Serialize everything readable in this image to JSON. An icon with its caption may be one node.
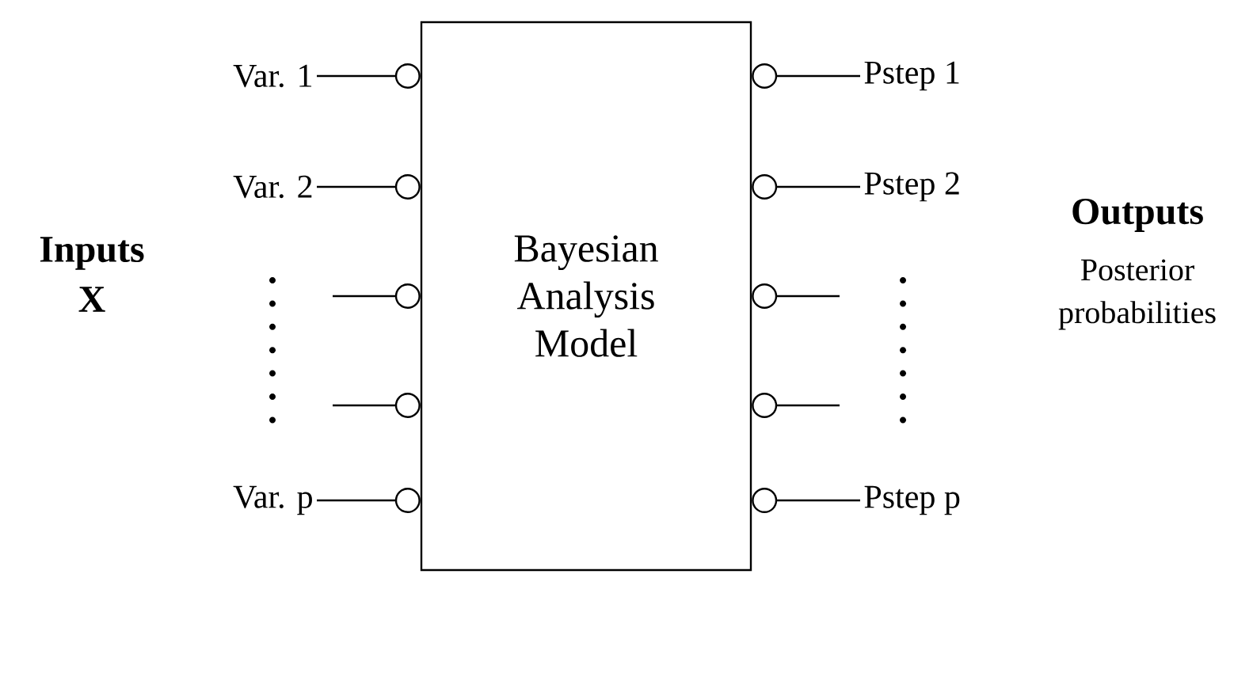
{
  "diagram": {
    "nodes": [
      {
        "text": [
          "Bayesian Analysis Model"
        ]
      },
      {
        "text": [
          "Var. 1"
        ]
      },
      {
        "text": [
          "Var. 2"
        ]
      },
      {
        "text": [
          "Var. p"
        ]
      },
      {
        "text": [
          "Pstep 1"
        ]
      },
      {
        "text": [
          "Pstep 2"
        ]
      },
      {
        "text": [
          "Pstep p"
        ]
      }
    ],
    "edges": [
      {
        "from": 1,
        "to": 0,
        "arrow": "other"
      },
      {
        "from": 2,
        "to": 0,
        "arrow": "other"
      },
      {
        "from": null,
        "to": 0,
        "arrow": "other"
      },
      {
        "from": null,
        "to": 0,
        "arrow": "other"
      },
      {
        "from": 3,
        "to": 0,
        "arrow": "other"
      },
      {
        "from": 0,
        "to": 4,
        "arrow": "other"
      },
      {
        "from": 0,
        "to": 5,
        "arrow": "other"
      },
      {
        "from": 0,
        "to": null,
        "arrow": "other"
      },
      {
        "from": 0,
        "to": null,
        "arrow": "other"
      },
      {
        "from": 0,
        "to": 6,
        "arrow": "other"
      }
    ],
    "labels": [
      "Inputs",
      "X",
      "Outputs",
      "Posterior probabilities"
    ]
  }
}
